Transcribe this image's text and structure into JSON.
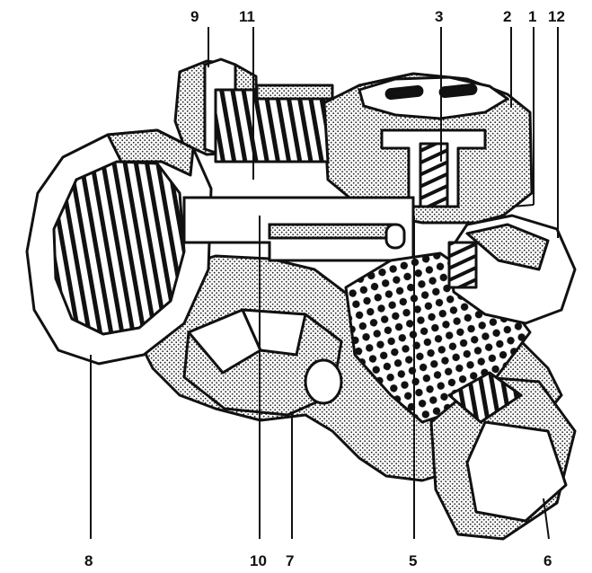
{
  "labels": {
    "l1": "1",
    "l2": "2",
    "l3": "3",
    "l5": "5",
    "l6": "6",
    "l7": "7",
    "l8": "8",
    "l9": "9",
    "l10": "10",
    "l11": "11",
    "l12": "12"
  }
}
